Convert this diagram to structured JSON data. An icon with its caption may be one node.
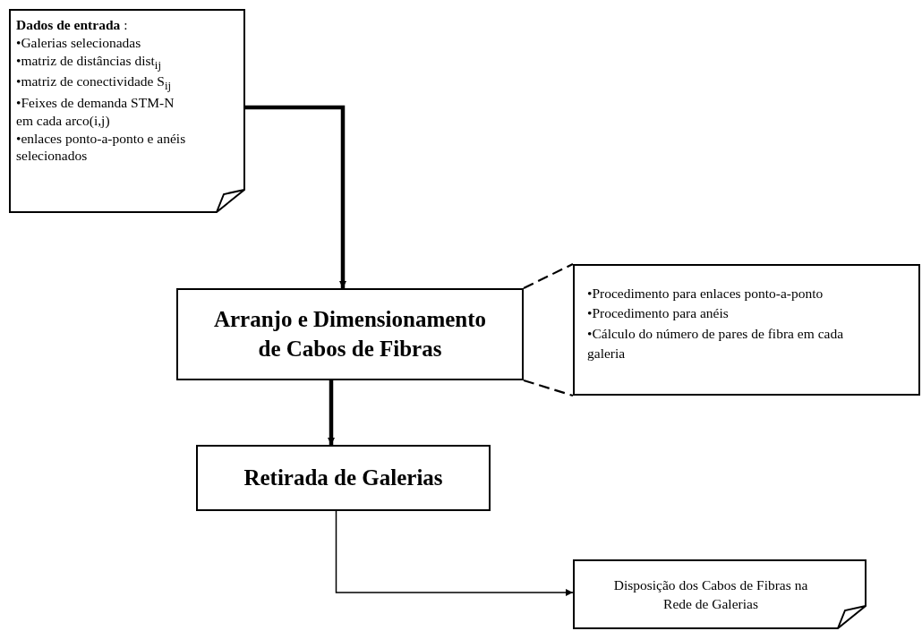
{
  "diagram": {
    "nodes": [
      {
        "text": [
          "**Dados de entrada** :",
          "•Galerias selecionadas",
          "•matriz de distâncias dist$_{ij}$",
          "•matriz de conectividade S$_{ij}$",
          "•Feixes de demanda STM-N em cada arco(i,j)",
          "•enlaces ponto-a-ponto e anéis selecionados"
        ]
      },
      {
        "text": [
          "Arranjo e Dimensionamento de Cabos de Fibras"
        ]
      },
      {
        "text": [
          "•Procedimento para enlaces ponto-a-ponto",
          "•Procedimento para anéis",
          "•Cálculo do número de pares de fibra em cada galeria"
        ]
      },
      {
        "text": [
          "Retirada de Galerias"
        ]
      },
      {
        "text": [
          "Disposição dos Cabos de Fibras na Rede de Galerias"
        ]
      }
    ],
    "edges": [
      {
        "from": 0,
        "to": 1,
        "arrow": "to",
        "style": "thick"
      },
      {
        "from": 1,
        "to": 2,
        "arrow": "none",
        "style": "dashed"
      },
      {
        "from": 1,
        "to": 3,
        "arrow": "to",
        "style": "thick"
      },
      {
        "from": 3,
        "to": 4,
        "arrow": "to"
      }
    ]
  }
}
